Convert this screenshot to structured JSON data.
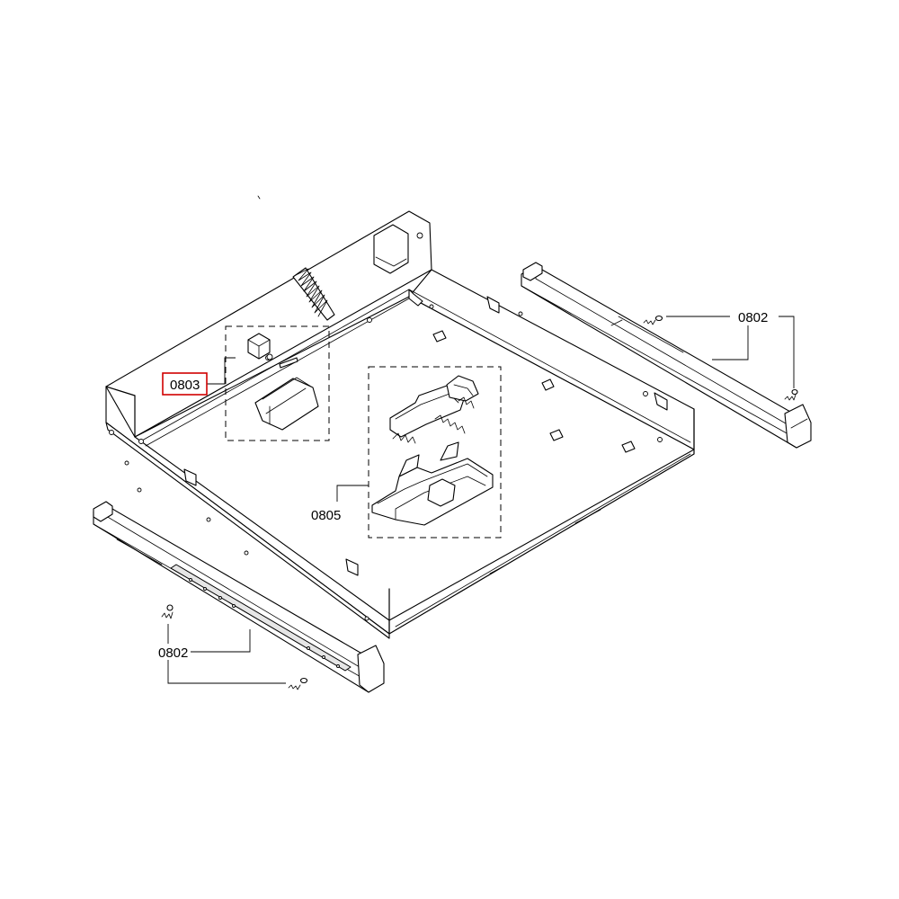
{
  "callouts": {
    "label_0803": "0803",
    "label_0805": "0805",
    "label_0802_right": "0802",
    "label_0802_left": "0802"
  },
  "highlighted_callout": "0803",
  "colors": {
    "line": "#000000",
    "highlight": "#d00000",
    "background": "#ffffff"
  }
}
